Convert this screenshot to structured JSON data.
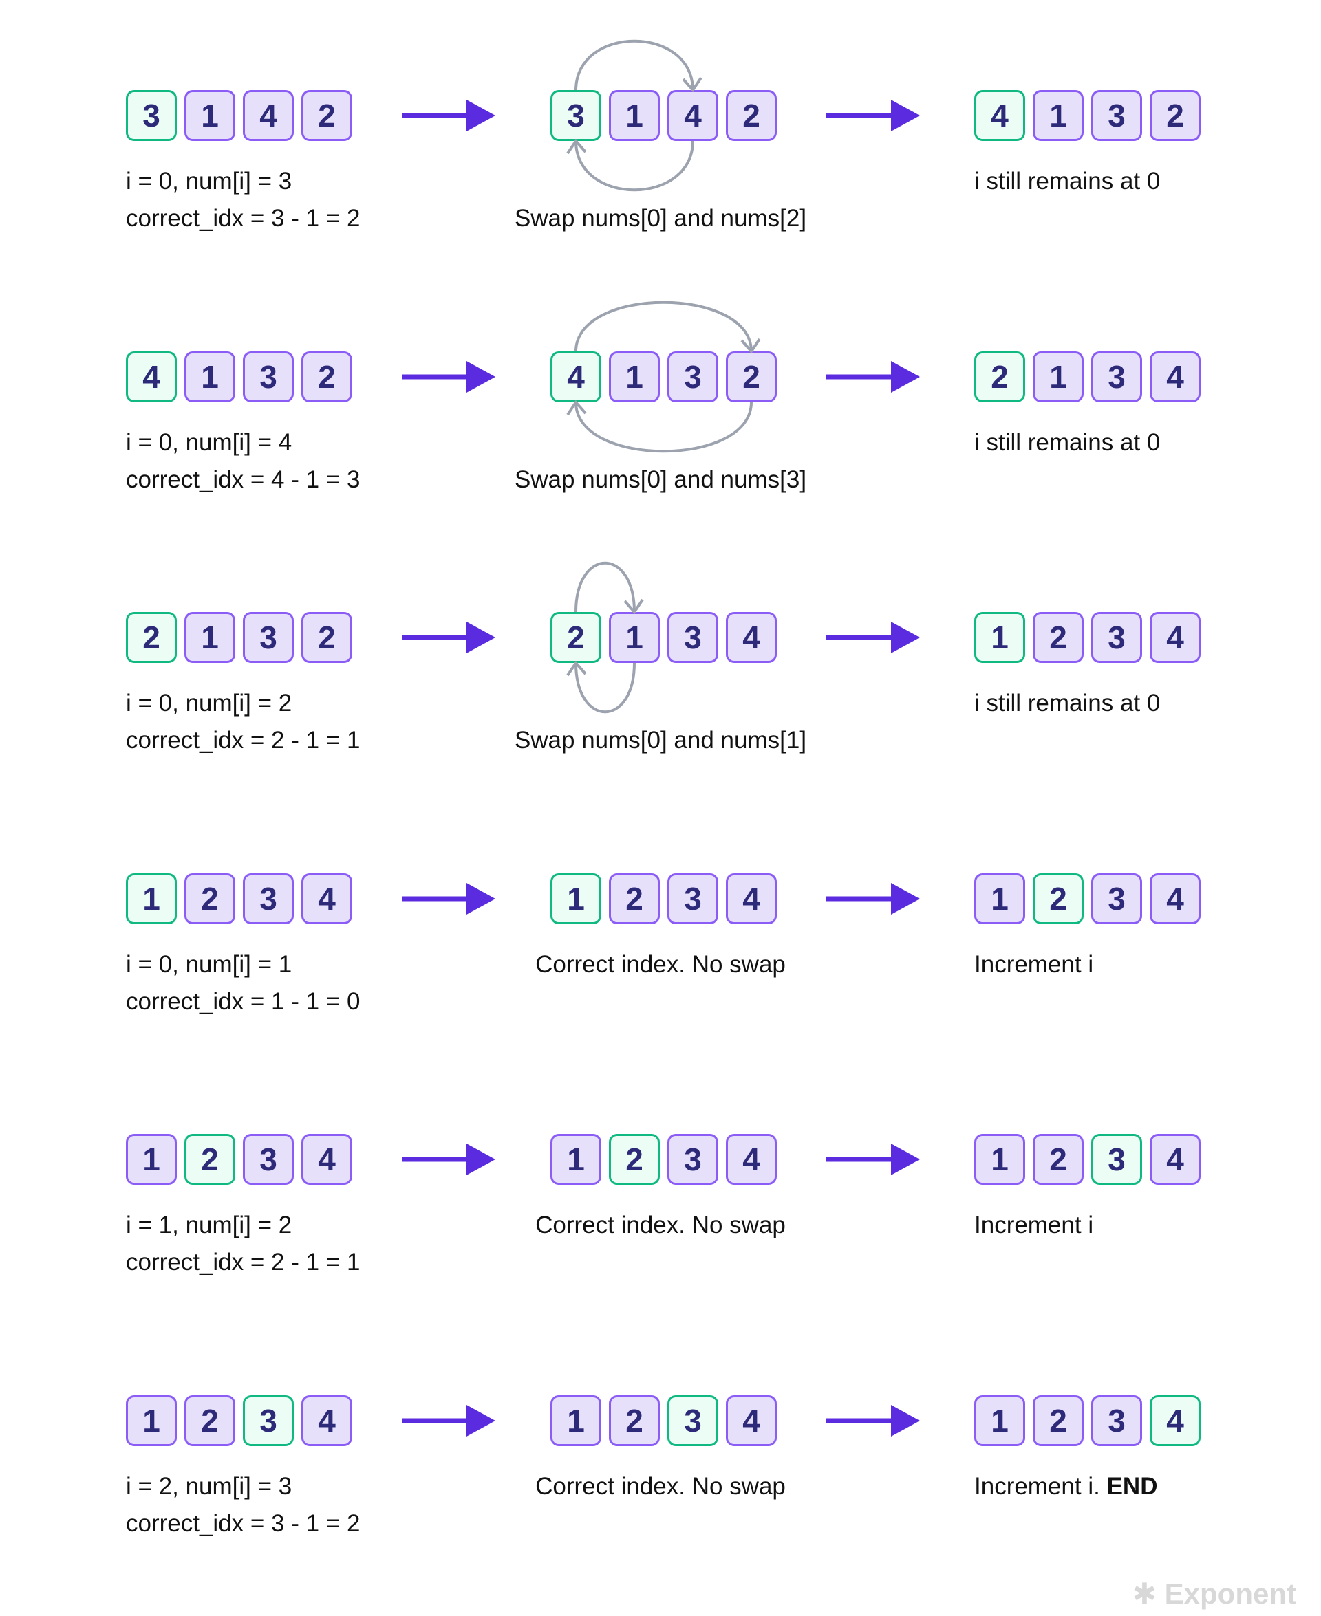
{
  "colors": {
    "arrow": "#5b2be0",
    "arc": "#9ca3af",
    "highlight_border": "#10b981",
    "box_border": "#8b5cf6"
  },
  "rows": [
    {
      "left": {
        "values": [
          "3",
          "1",
          "4",
          "2"
        ],
        "highlight": 0,
        "lines": [
          "i = 0, num[i] = 3",
          "correct_idx = 3 - 1 = 2"
        ]
      },
      "middle": {
        "values": [
          "3",
          "1",
          "4",
          "2"
        ],
        "highlight": 0,
        "swap_with": 2,
        "text": "Swap nums[0] and nums[2]"
      },
      "right": {
        "values": [
          "4",
          "1",
          "3",
          "2"
        ],
        "highlight": 0,
        "text": "i still remains at 0"
      }
    },
    {
      "left": {
        "values": [
          "4",
          "1",
          "3",
          "2"
        ],
        "highlight": 0,
        "lines": [
          "i = 0, num[i] = 4",
          "correct_idx = 4 - 1 = 3"
        ]
      },
      "middle": {
        "values": [
          "4",
          "1",
          "3",
          "2"
        ],
        "highlight": 0,
        "swap_with": 3,
        "text": "Swap nums[0] and nums[3]"
      },
      "right": {
        "values": [
          "2",
          "1",
          "3",
          "4"
        ],
        "highlight": 0,
        "text": "i still remains at 0"
      }
    },
    {
      "left": {
        "values": [
          "2",
          "1",
          "3",
          "2"
        ],
        "highlight": 0,
        "lines": [
          "i = 0, num[i] = 2",
          "correct_idx = 2 - 1 = 1"
        ]
      },
      "middle": {
        "values": [
          "2",
          "1",
          "3",
          "4"
        ],
        "highlight": 0,
        "swap_with": 1,
        "text": "Swap nums[0] and nums[1]"
      },
      "right": {
        "values": [
          "1",
          "2",
          "3",
          "4"
        ],
        "highlight": 0,
        "text": "i still remains at 0"
      }
    },
    {
      "left": {
        "values": [
          "1",
          "2",
          "3",
          "4"
        ],
        "highlight": 0,
        "lines": [
          "i = 0, num[i] = 1",
          "correct_idx = 1 - 1 = 0"
        ]
      },
      "middle": {
        "values": [
          "1",
          "2",
          "3",
          "4"
        ],
        "highlight": 0,
        "swap_with": null,
        "text": "Correct index. No swap"
      },
      "right": {
        "values": [
          "1",
          "2",
          "3",
          "4"
        ],
        "highlight": 1,
        "text": "Increment i"
      }
    },
    {
      "left": {
        "values": [
          "1",
          "2",
          "3",
          "4"
        ],
        "highlight": 1,
        "lines": [
          "i = 1, num[i] = 2",
          "correct_idx = 2 - 1 = 1"
        ]
      },
      "middle": {
        "values": [
          "1",
          "2",
          "3",
          "4"
        ],
        "highlight": 1,
        "swap_with": null,
        "text": "Correct index. No swap"
      },
      "right": {
        "values": [
          "1",
          "2",
          "3",
          "4"
        ],
        "highlight": 2,
        "text": "Increment i"
      }
    },
    {
      "left": {
        "values": [
          "1",
          "2",
          "3",
          "4"
        ],
        "highlight": 2,
        "lines": [
          "i = 2, num[i] = 3",
          "correct_idx = 3 - 1 = 2"
        ]
      },
      "middle": {
        "values": [
          "1",
          "2",
          "3",
          "4"
        ],
        "highlight": 2,
        "swap_with": null,
        "text": "Correct index. No swap"
      },
      "right": {
        "values": [
          "1",
          "2",
          "3",
          "4"
        ],
        "highlight": 3,
        "text": "Increment i. ",
        "text_bold": "END"
      }
    }
  ],
  "logo": {
    "icon": "asterisk-icon",
    "text": "Exponent"
  }
}
